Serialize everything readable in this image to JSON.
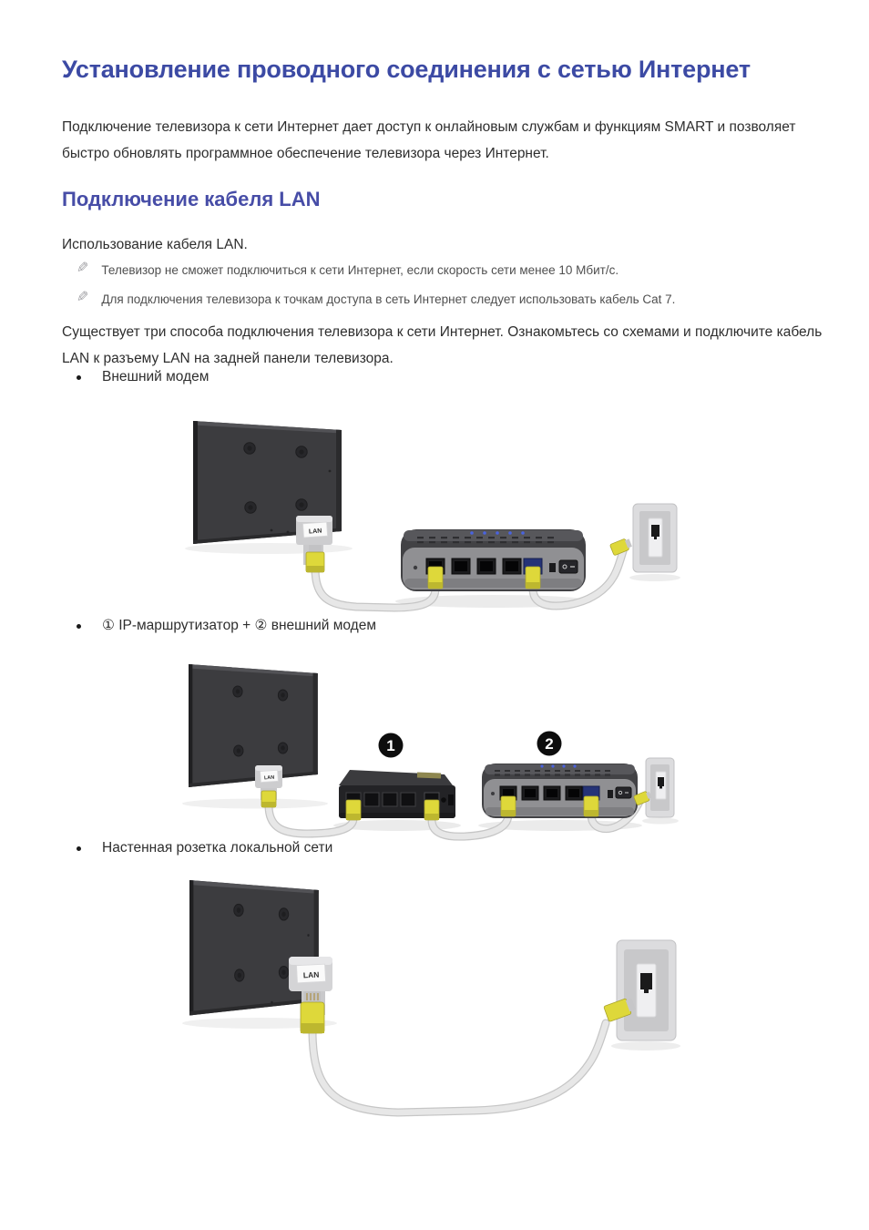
{
  "page": {
    "title": "Установление проводного соединения с сетью Интернет",
    "intro": "Подключение телевизора к сети Интернет дает доступ к онлайновым службам и функциям SMART и позволяет быстро обновлять программное обеспечение телевизора через Интернет.",
    "section": {
      "heading": "Подключение кабеля LAN",
      "usage": "Использование кабеля LAN.",
      "note_icon": "✎",
      "notes": [
        "Телевизор не сможет подключиться к сети Интернет, если скорость сети менее 10 Мбит/с.",
        "Для подключения телевизора к точкам доступа в сеть Интернет следует использовать кабель Cat 7."
      ],
      "description": "Существует три способа подключения телевизора к сети Интернет. Ознакомьтесь со схемами и подключите кабель LAN к разъему LAN на задней панели телевизора.",
      "bullets": [
        "Внешний модем",
        "① IP-маршрутизатор + ② внешний модем",
        "Настенная розетка локальной сети"
      ]
    }
  },
  "diagrams": {
    "lan_label": "LAN",
    "badges": [
      "1",
      "2"
    ]
  },
  "colors": {
    "title_blue": "#3c4aa4",
    "subtitle_blue": "#474da7",
    "body_text": "#2e2e2e",
    "note_text": "#4f4f4f",
    "tv_body": "#3c3c3f",
    "modem_front": "#909093",
    "cable_gray": "#e7e7e7",
    "plug_yellow": "#ded83a",
    "blue_port": "#253377"
  }
}
